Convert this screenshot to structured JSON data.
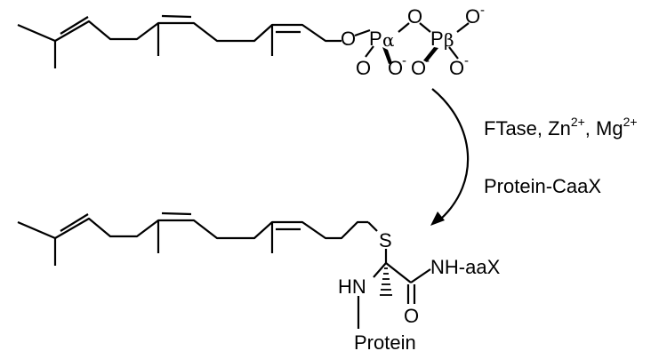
{
  "reactant": {
    "atoms": {
      "o_ester": "O",
      "p_alpha": "P",
      "p_alpha_greek": "α",
      "o_bridge": "O",
      "p_beta": "P",
      "p_beta_greek": "β",
      "o_beta_top": "O",
      "o_beta_top_charge": "-",
      "o_alpha_bottom": "O",
      "o_alpha_minus": "O",
      "o_alpha_minus_charge": "-",
      "o_beta_left": "O",
      "o_beta_left_charge": "-",
      "o_beta_right": "O",
      "o_beta_right_charge": "-"
    }
  },
  "conditions": {
    "enzyme": "FTase, Zn",
    "zn_charge": "2+",
    "separator": ", Mg",
    "mg_charge": "2+",
    "substrate": "Protein-CaaX"
  },
  "product": {
    "atoms": {
      "sulfur": "S",
      "amine": "HN",
      "amide": "NH-aaX",
      "carbonyl_o": "O",
      "protein": "Protein"
    }
  }
}
